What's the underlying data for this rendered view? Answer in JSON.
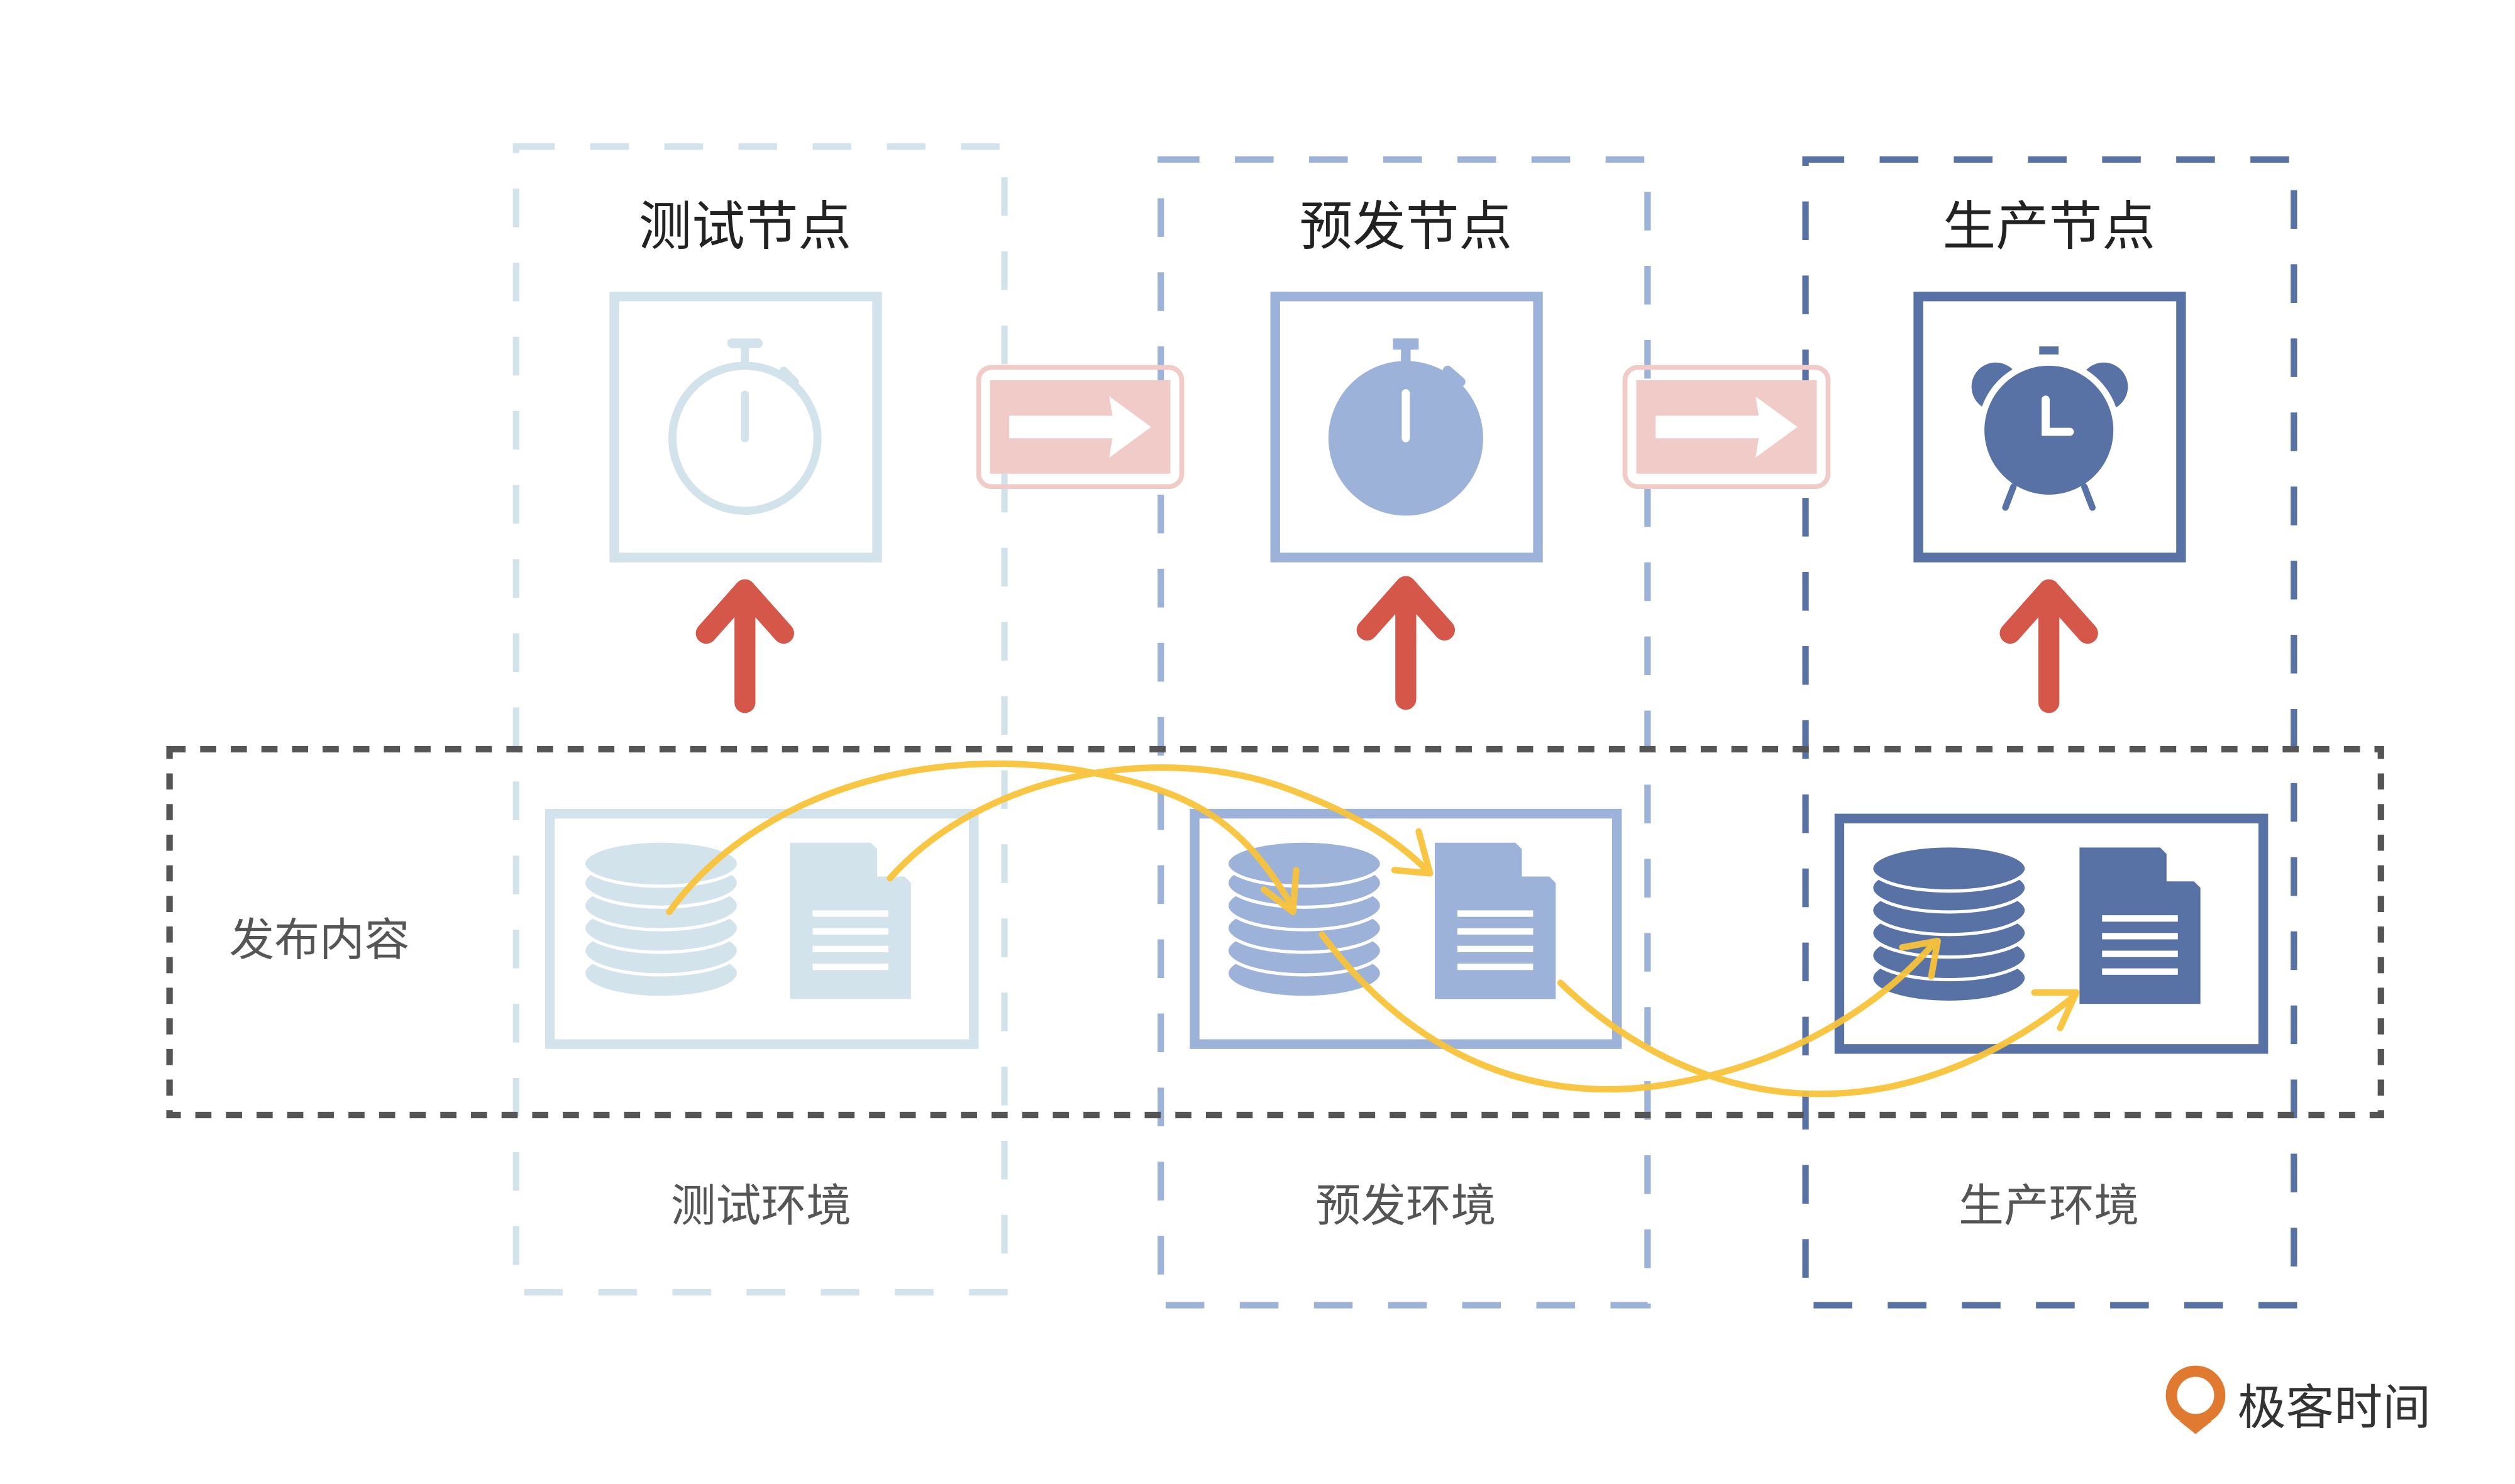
{
  "stages": [
    {
      "node_title": "测试节点",
      "env_label": "测试环境",
      "color": "#d3e3ec",
      "icon": "stopwatch-outline-icon"
    },
    {
      "node_title": "预发节点",
      "env_label": "预发环境",
      "color": "#9db2d8",
      "icon": "stopwatch-filled-icon"
    },
    {
      "node_title": "生产节点",
      "env_label": "生产环境",
      "color": "#5872a5",
      "icon": "alarm-clock-icon"
    }
  ],
  "release_content_label": "发布内容",
  "colors": {
    "promote_arrow": "#f0cbc8",
    "deploy_arrow": "#d4574a",
    "flow_curve": "#f9c33a",
    "release_box_border": "#555555",
    "logo": "#e07a30"
  },
  "logo": {
    "text": "极客时间"
  }
}
